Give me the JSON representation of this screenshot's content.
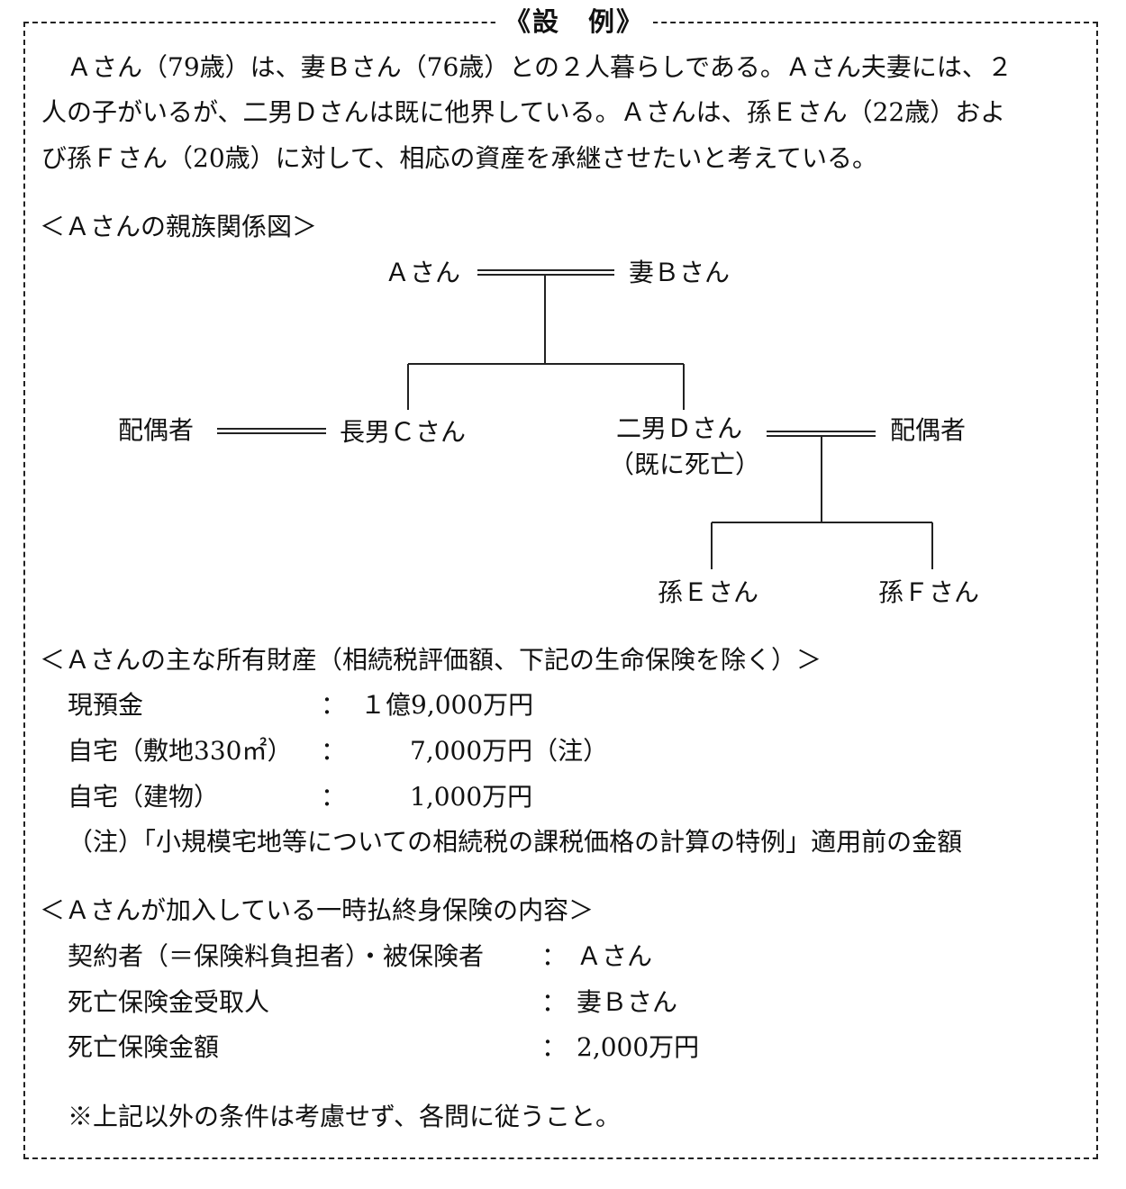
{
  "title": "《設　例》",
  "intro": [
    "　Ａさん（79歳）は、妻Ｂさん（76歳）との２人暮らしである。Ａさん夫妻には、２",
    "人の子がいるが、二男Ｄさんは既に他界している。Ａさんは、孫Ｅさん（22歳）およ",
    "び孫Ｆさん（20歳）に対して、相応の資産を承継させたいと考えている。"
  ],
  "family": {
    "heading": "＜Ａさんの親族関係図＞",
    "a": "Ａさん",
    "b": "妻Ｂさん",
    "c_spouse": "配偶者",
    "c": "長男Ｃさん",
    "d": "二男Ｄさん",
    "d_note": "（既に死亡）",
    "d_spouse": "配偶者",
    "e": "孫Ｅさん",
    "f": "孫Ｆさん"
  },
  "assets": {
    "heading": "＜Ａさんの主な所有財産（相続税評価額、下記の生命保険を除く）＞",
    "rows": [
      {
        "label": "現預金",
        "sep": "：",
        "value": "１億9,000万円"
      },
      {
        "label": "自宅（敷地330㎡）",
        "sep": "：",
        "value": "7,000万円（注）"
      },
      {
        "label": "自宅（建物）",
        "sep": "：",
        "value": "1,000万円"
      }
    ],
    "note": "（注）「小規模宅地等についての相続税の課税価格の計算の特例」適用前の金額"
  },
  "insurance": {
    "heading": "＜Ａさんが加入している一時払終身保険の内容＞",
    "rows": [
      {
        "label": "契約者（＝保険料負担者）・被保険者",
        "sep": "：",
        "value": "Ａさん"
      },
      {
        "label": "死亡保険金受取人",
        "sep": "：",
        "value": "妻Ｂさん"
      },
      {
        "label": "死亡保険金額",
        "sep": "：",
        "value": "2,000万円"
      }
    ]
  },
  "footer": "※上記以外の条件は考慮せず、各問に従うこと。"
}
